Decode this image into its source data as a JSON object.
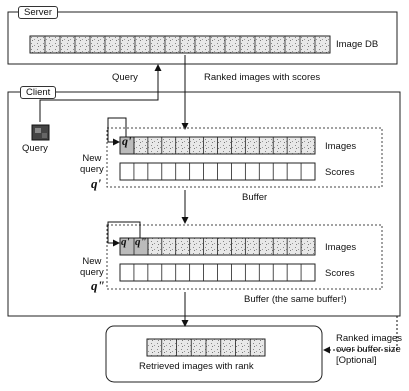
{
  "server": {
    "tab": "Server",
    "db_label": "Image DB"
  },
  "client": {
    "tab": "Client"
  },
  "labels": {
    "query_up": "Query",
    "ranked_scores": "Ranked images with scores",
    "query_icon": "Query",
    "new_query_1": "New\nquery",
    "new_query_2": "New\nquery",
    "images_1": "Images",
    "scores_1": "Scores",
    "buffer_1": "Buffer",
    "images_2": "Images",
    "scores_2": "Scores",
    "buffer_2": "Buffer (the same buffer!)",
    "retrieved": "Retrieved images with rank",
    "over_buffer": "Ranked images\nover buffer size\n[Optional]"
  },
  "symbols": {
    "q1": "q'",
    "q2": "q\"",
    "cell_q1": "q'",
    "cell_q2a": "q'",
    "cell_q2b": "q\""
  }
}
